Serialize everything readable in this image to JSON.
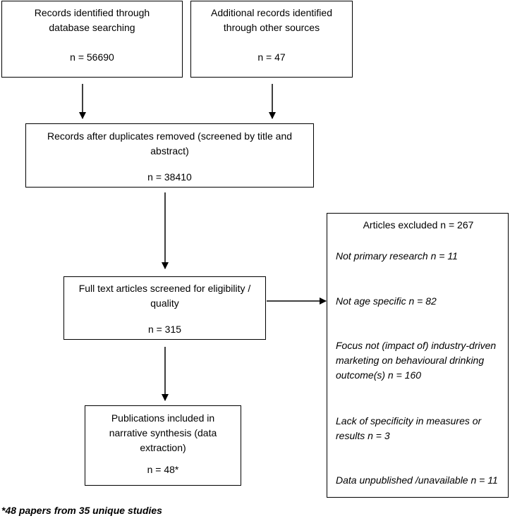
{
  "boxes": {
    "database": {
      "line1": "Records identified through",
      "line2": "database searching",
      "count": "n = 56690"
    },
    "other": {
      "line1": "Additional records identified",
      "line2": "through other sources",
      "count": "n = 47"
    },
    "duplicates": {
      "line1": "Records after duplicates removed (screened by title and",
      "line2": "abstract)",
      "count": "n = 38410"
    },
    "fulltext": {
      "line1": "Full text articles screened for eligibility /",
      "line2": "quality",
      "count": "n = 315"
    },
    "included": {
      "line1": "Publications included in",
      "line2": "narrative synthesis (data",
      "line3": "extraction)",
      "count": "n = 48*"
    },
    "excluded": {
      "title": "Articles excluded n = 267",
      "items": [
        "Not primary research n = 11",
        "Not age specific n = 82",
        "Focus not (impact of) industry-driven marketing on behavioural drinking outcome(s) n = 160",
        "Lack of specificity in measures or results n = 3",
        "Data unpublished /unavailable n = 11"
      ]
    }
  },
  "footnote": "*48 papers from 35 unique studies"
}
